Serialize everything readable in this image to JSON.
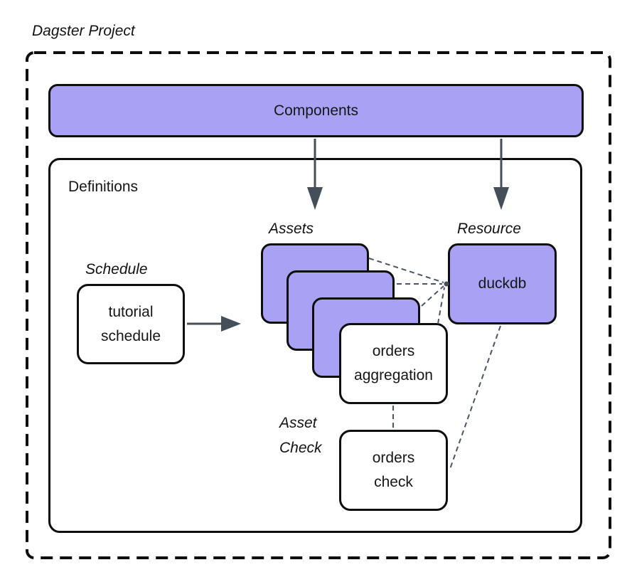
{
  "title": "Dagster Project",
  "colors": {
    "purple": "#a9a2f4",
    "ink": "#0e0e0e",
    "arrow": "#454f59",
    "connector": "#4a5561"
  },
  "components": {
    "label": "Components"
  },
  "definitions": {
    "label": "Definitions"
  },
  "schedule": {
    "label": "Schedule",
    "box_label": "tutorial\nschedule"
  },
  "assets": {
    "label": "Assets",
    "front_box_label": "orders\naggregation"
  },
  "resource": {
    "label": "Resource",
    "box_label": "duckdb"
  },
  "asset_check": {
    "label": "Asset\nCheck",
    "box_label": "orders\ncheck"
  }
}
